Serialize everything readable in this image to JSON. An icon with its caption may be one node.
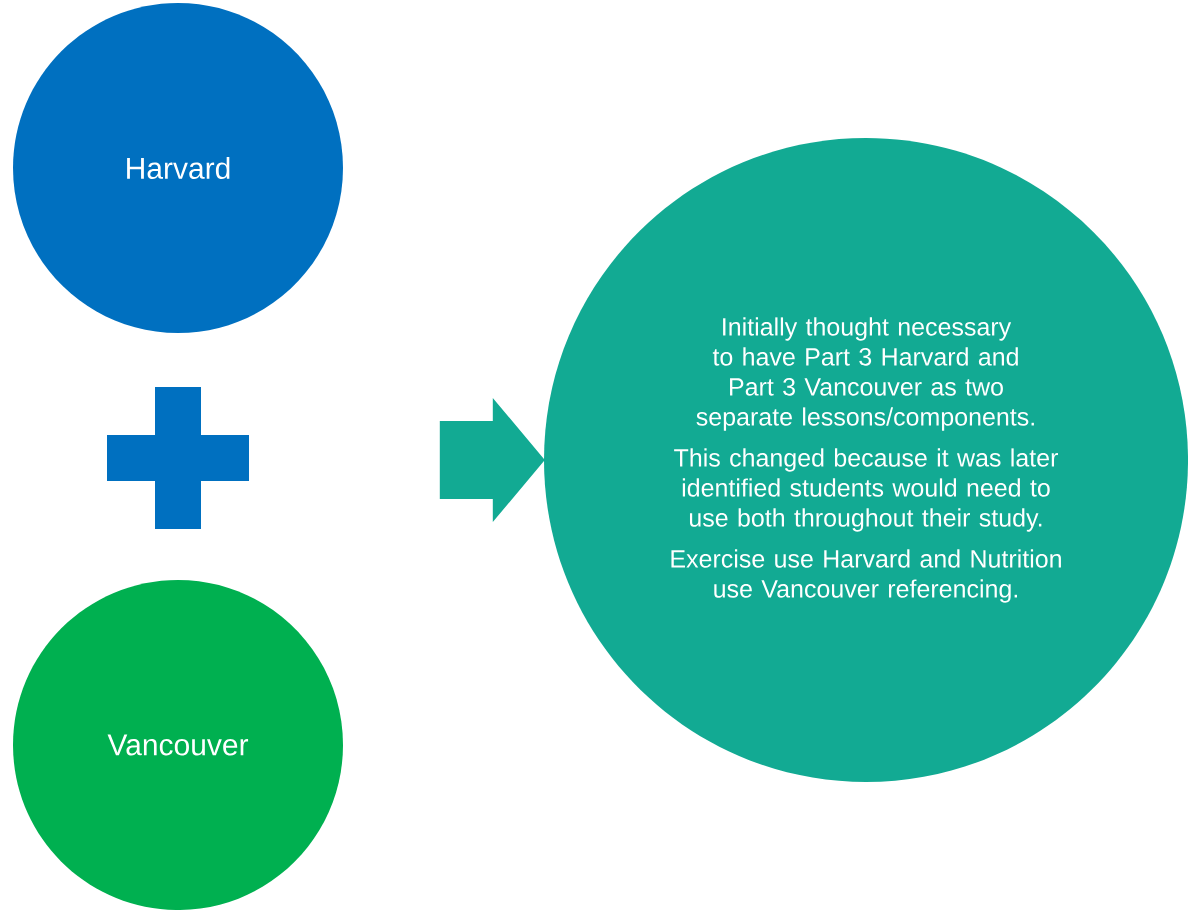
{
  "diagram": {
    "nodes": [
      {
        "text": [
          "Harvard"
        ]
      },
      {
        "text": [],
        "shape": "plus"
      },
      {
        "text": [
          "Vancouver"
        ]
      },
      {
        "text": [
          "Initially thought necessary to have Part 3 Harvard and Part 3 Vancouver as two separate lessons/components.",
          "This changed because it was later identified students would need to use both throughout their study.",
          "Exercise use Harvard and Nutrition use Vancouver referencing."
        ]
      }
    ],
    "edges": [
      {
        "from": null,
        "to": 3,
        "arrow": "to"
      }
    ]
  }
}
